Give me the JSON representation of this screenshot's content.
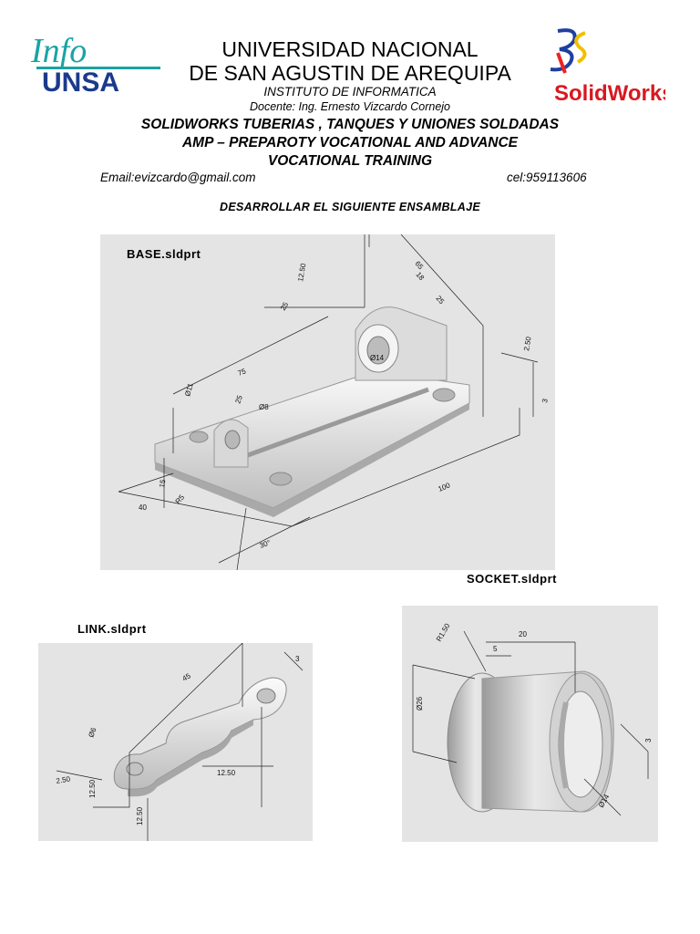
{
  "header": {
    "logo_left": {
      "line1": "Info",
      "line2": "UNSA"
    },
    "logo_right": {
      "brand": "SolidWorks",
      "mark": "3DS"
    },
    "university_line1": "UNIVERSIDAD NACIONAL",
    "university_line2": "DE SAN AGUSTIN DE AREQUIPA",
    "institute": "INSTITUTO DE INFORMATICA",
    "teacher": "Docente: Ing. Ernesto Vizcardo Cornejo",
    "course_line1": "SOLIDWORKS TUBERIAS , TANQUES Y UNIONES SOLDADAS",
    "course_line2": "AMP – PREPAROTY VOCATIONAL AND ADVANCE",
    "course_line3": "VOCATIONAL TRAINING",
    "email": "Email:evizcardo@gmail.com",
    "phone": "cel:959113606"
  },
  "instruction": "DESARROLLAR EL SIGUIENTE ENSAMBLAJE",
  "parts": {
    "base": {
      "label": "BASE.sldprt",
      "dims": {
        "d1": "12.50",
        "d2": "25",
        "d3": "65",
        "d4": "18",
        "d5": "25",
        "d6": "Ø14",
        "d7": "2.50",
        "d8": "Ø11",
        "d9": "75",
        "d10": "25",
        "d11": "Ø8",
        "d12": "15",
        "d13": "100",
        "d14": "R5",
        "d15": "30°",
        "d16": "3",
        "d17": "40"
      }
    },
    "socket": {
      "label": "SOCKET.sldprt",
      "dims": {
        "r": "R1.50",
        "len": "20",
        "s": "5",
        "dia": "Ø26",
        "d14": "Ø14",
        "t": "3"
      }
    },
    "link": {
      "label": "LINK.sldprt",
      "dims": {
        "len": "45",
        "hole": "Ø6",
        "w1": "12.50",
        "w2": "12.50",
        "w3": "12.50",
        "t": "2.50",
        "e": "3"
      }
    }
  }
}
